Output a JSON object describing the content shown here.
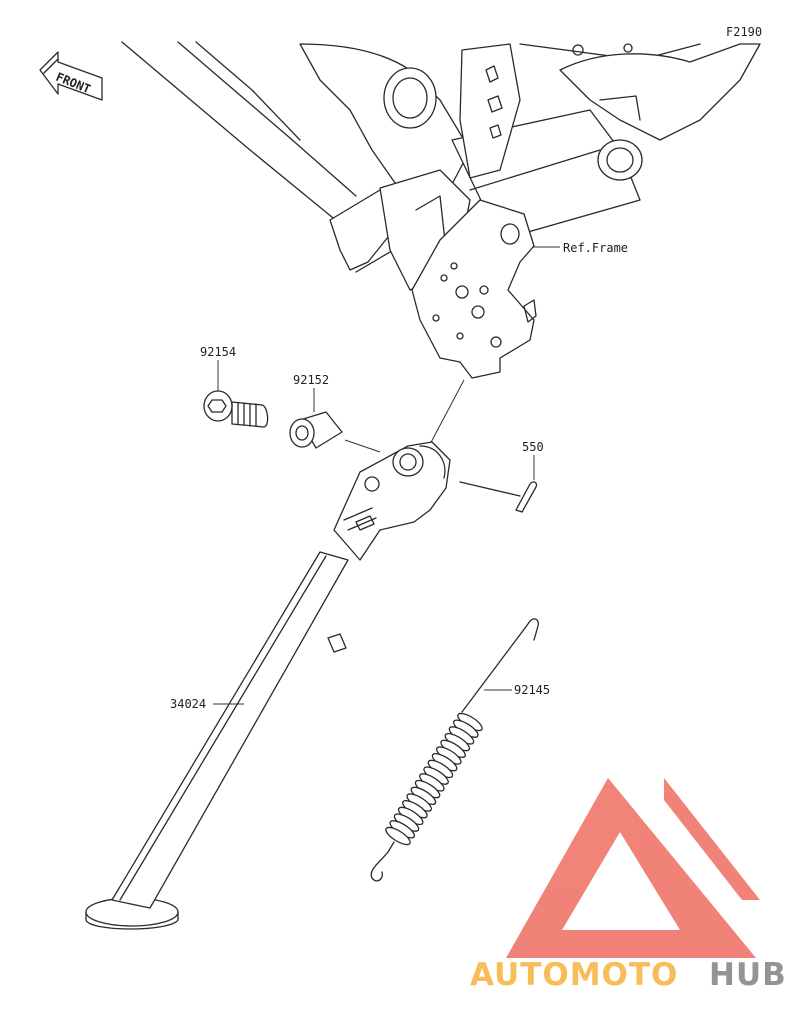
{
  "diagram": {
    "code": "F2190",
    "front_label": "FRONT",
    "ref_label": "Ref.Frame",
    "parts": [
      {
        "number": "92154",
        "name": "bolt"
      },
      {
        "number": "92152",
        "name": "collar"
      },
      {
        "number": "550",
        "name": "cotter-pin"
      },
      {
        "number": "92145",
        "name": "spring"
      },
      {
        "number": "34024",
        "name": "side-stand"
      }
    ]
  },
  "watermark": {
    "brand_part1": "AUTOMOTO",
    "brand_part2": "HUB",
    "color_primary": "#f0786c",
    "color_secondary": "#f6b84a",
    "color_dark": "#8c8c8c"
  }
}
